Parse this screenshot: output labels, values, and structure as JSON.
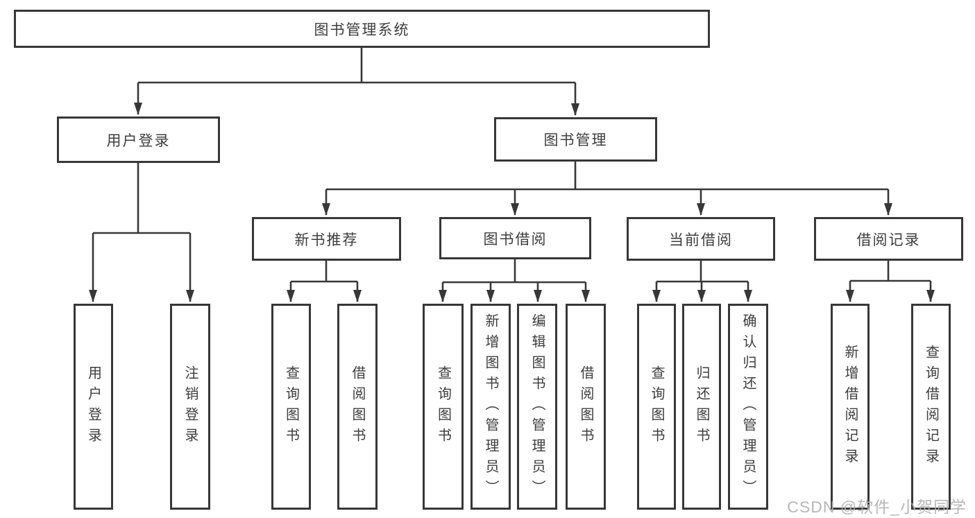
{
  "nodes": {
    "root": {
      "label": "图书管理系统"
    },
    "user_login": {
      "label": "用户登录"
    },
    "book_management": {
      "label": "图书管理"
    },
    "new_book_recommend": {
      "label": "新书推荐"
    },
    "book_borrow": {
      "label": "图书借阅"
    },
    "current_borrow": {
      "label": "当前借阅"
    },
    "borrow_records": {
      "label": "借阅记录"
    },
    "leaf_user_login": {
      "label": "用户登录"
    },
    "leaf_logout": {
      "label": "注销登录"
    },
    "leaf_query_book_1": {
      "label": "查询图书"
    },
    "leaf_borrow_book_1": {
      "label": "借阅图书"
    },
    "leaf_query_book_2": {
      "label": "查询图书"
    },
    "leaf_add_book_admin": {
      "label": "新增图书（管理员）"
    },
    "leaf_edit_book_admin": {
      "label": "编辑图书（管理员）"
    },
    "leaf_borrow_book_2": {
      "label": "借阅图书"
    },
    "leaf_query_book_3": {
      "label": "查询图书"
    },
    "leaf_return_book": {
      "label": "归还图书"
    },
    "leaf_confirm_return_admin": {
      "label": "确认归还（管理员）"
    },
    "leaf_add_borrow_record": {
      "label": "新增借阅记录"
    },
    "leaf_query_borrow_record": {
      "label": "查询借阅记录"
    }
  },
  "watermark": {
    "text": "CSDN @软件_小贺同学"
  },
  "colors": {
    "line": "#373737",
    "text": "#3d3d3d",
    "watermark": "#b0b0b0",
    "background": "#ffffff"
  }
}
